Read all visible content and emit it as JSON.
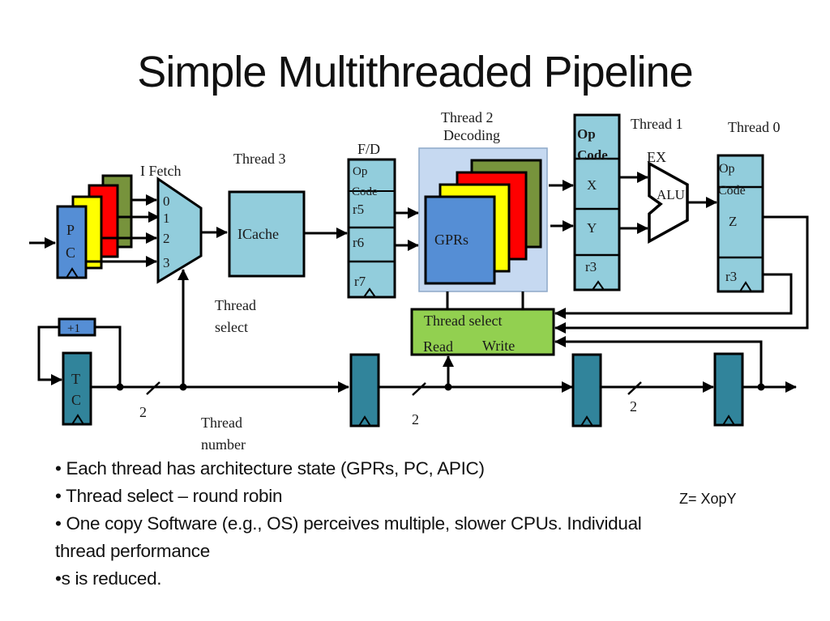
{
  "slide": {
    "title": "Simple Multithreaded Pipeline",
    "formula": "Z= XopY",
    "bullets": [
      "• Each thread  has architecture state (GPRs, PC, APIC)",
      "• Thread select – round robin",
      "• One  copy Software (e.g., OS) perceives multiple, slower CPUs. Individual",
      "thread performance",
      "•s is reduced."
    ]
  },
  "diagram": {
    "colors": {
      "light_blue": "#92CDDC",
      "pc_blue": "#558ED5",
      "yellow": "#FFFF00",
      "red": "#FF0000",
      "olive": "#77933C",
      "teal": "#31849B",
      "green": "#92D050",
      "gpr_bg": "#C6D9F1"
    },
    "stage_labels": {
      "ifetch": "I Fetch",
      "thread3": "Thread 3",
      "fd": "F/D",
      "thread2": "Thread 2",
      "decoding": "Decoding",
      "thread1": "Thread 1",
      "ex": "EX",
      "thread0": "Thread 0"
    },
    "pc": {
      "line1": "P",
      "line2": "C"
    },
    "mux_inputs": [
      "0",
      "1",
      "2",
      "3"
    ],
    "icache": "ICache",
    "fd_reg": {
      "op": "Op",
      "code": "Code",
      "fields": [
        "r5",
        "r6",
        "r7"
      ]
    },
    "gprs": "GPRs",
    "dx_reg": {
      "op": "Op",
      "code": "Code",
      "fields": [
        "X",
        "Y",
        "r3"
      ]
    },
    "alu": "ALU",
    "xw_reg": {
      "op": "Op",
      "code": "Code",
      "fields": [
        "Z",
        "r3"
      ]
    },
    "thread_select_box": {
      "title": "Thread select",
      "read": "Read",
      "write": "Write"
    },
    "thread_select_label": [
      "Thread",
      "select"
    ],
    "thread_number_label": [
      "Thread",
      "number"
    ],
    "incrementer": "+1",
    "tc": {
      "line1": "T",
      "line2": "C"
    },
    "bus_widths": [
      "2",
      "2",
      "2"
    ]
  }
}
